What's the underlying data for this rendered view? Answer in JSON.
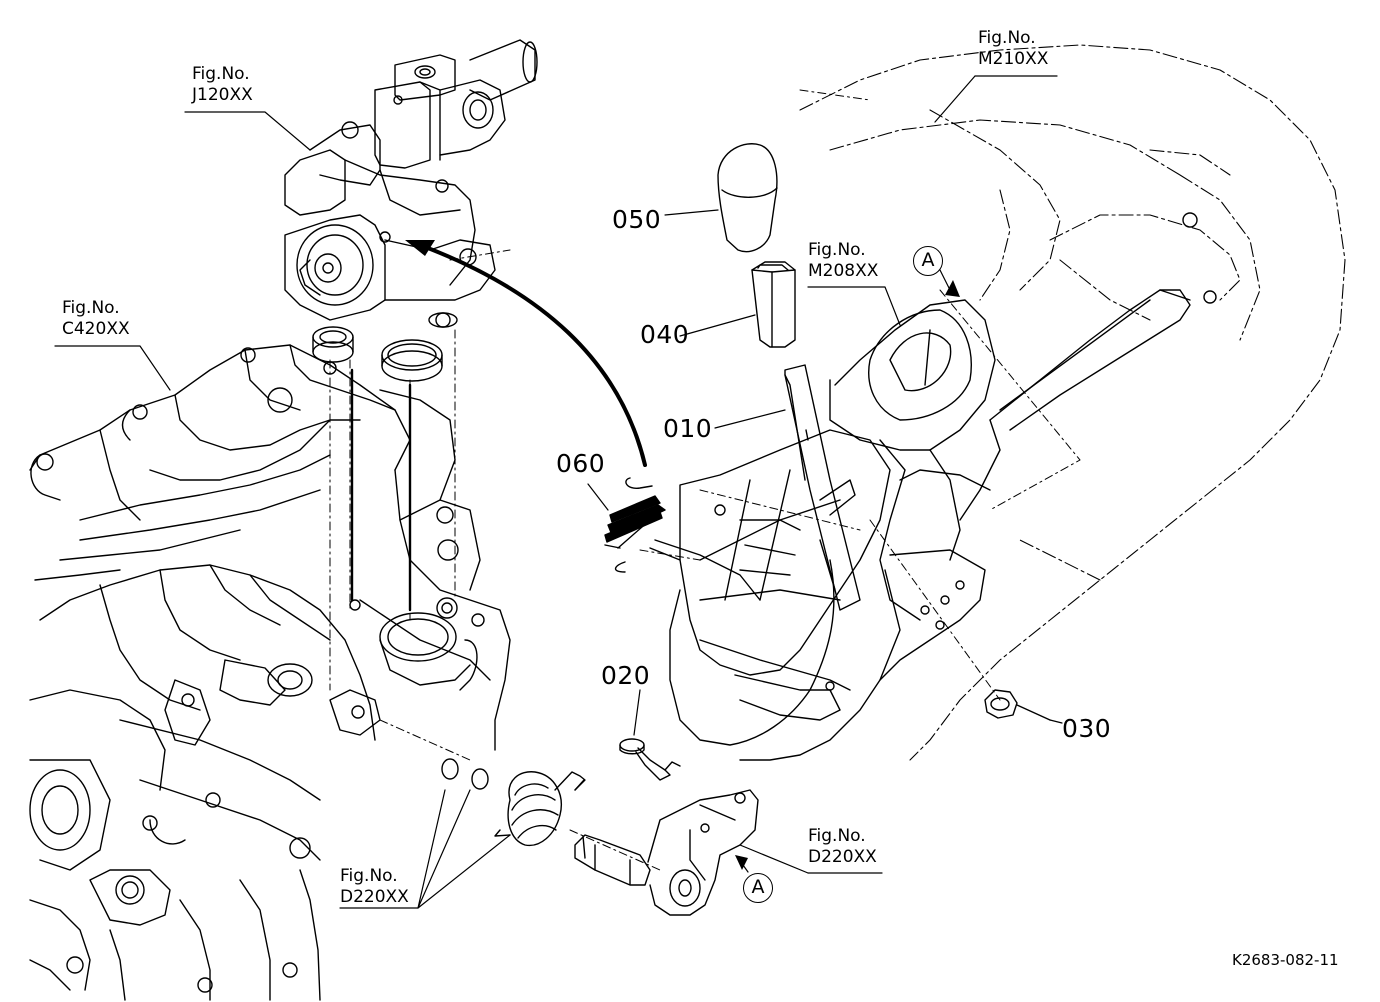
{
  "figure_refs": [
    {
      "id": "j120",
      "title": "Fig.No.",
      "code": "J120XX"
    },
    {
      "id": "c420",
      "title": "Fig.No.",
      "code": "C420XX"
    },
    {
      "id": "m210",
      "title": "Fig.No.",
      "code": "M210XX"
    },
    {
      "id": "m208",
      "title": "Fig.No.",
      "code": "M208XX"
    },
    {
      "id": "d220a",
      "title": "Fig.No.",
      "code": "D220XX"
    },
    {
      "id": "d220b",
      "title": "Fig.No.",
      "code": "D220XX"
    }
  ],
  "parts": [
    "050",
    "040",
    "010",
    "060",
    "020",
    "030"
  ],
  "callouts": [
    "A",
    "A"
  ],
  "drawing_code": "K2683-082-11"
}
